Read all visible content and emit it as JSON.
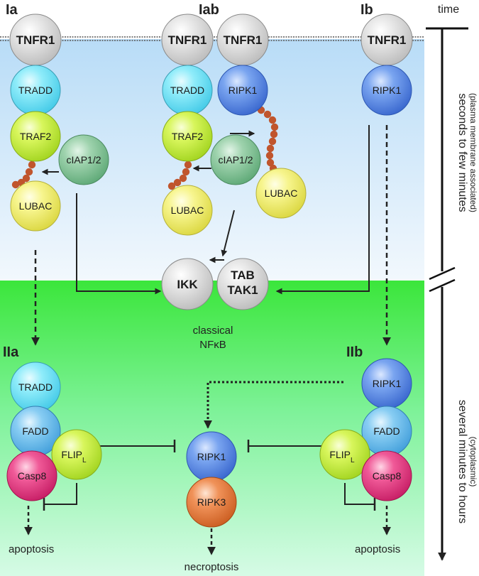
{
  "panels": {
    "ia": "Ia",
    "iab": "Iab",
    "ib": "Ib",
    "iia": "IIa",
    "iib": "IIb"
  },
  "nodes": {
    "tnfr1": "TNFR1",
    "tradd": "TRADD",
    "traf2": "TRAF2",
    "ciap": "cIAP1/2",
    "lubac": "LUBAC",
    "ripk1": "RIPK1",
    "ikk": "IKK",
    "tab": "TAB",
    "tak1": "TAK1",
    "fadd": "FADD",
    "flip": "FLIP",
    "flip_sub": "L",
    "casp8": "Casp8",
    "ripk3": "RIPK3"
  },
  "labels": {
    "classical_1": "classical",
    "classical_2": "NFκB",
    "apoptosis": "apoptosis",
    "necroptosis": "necroptosis"
  },
  "timeline": {
    "title": "time",
    "upper": "seconds to few minutes",
    "upper_sub": "(plasma membrane associated)",
    "lower": "several minutes to hours",
    "lower_sub": "(cytoplasmic)"
  },
  "colors": {
    "grey": "#dadada",
    "cyan": "#7ee6f7",
    "lime": "#cdf24a",
    "green": "#86c59a",
    "yellow": "#f4f27c",
    "blue": "#5b8ee8",
    "skyblue": "#6fc2ef",
    "magenta": "#ee3d86",
    "orange": "#ec7d3e",
    "ubiquitin": "#c0552d"
  }
}
